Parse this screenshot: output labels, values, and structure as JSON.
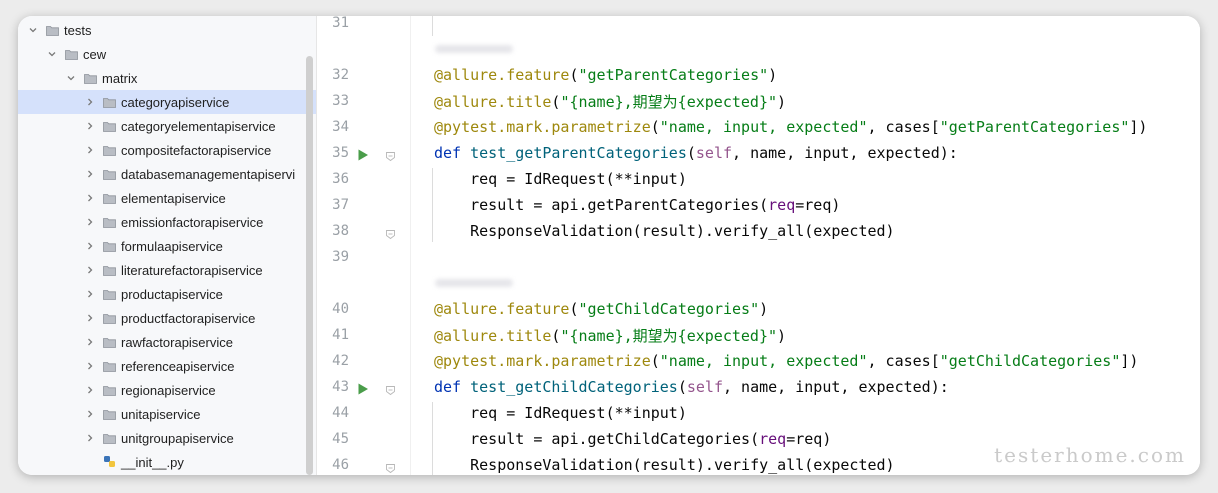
{
  "tree": {
    "items": [
      {
        "label": "tests",
        "level": 0,
        "expanded": true,
        "kind": "folder"
      },
      {
        "label": "cew",
        "level": 1,
        "expanded": true,
        "kind": "folder"
      },
      {
        "label": "matrix",
        "level": 2,
        "expanded": true,
        "kind": "folder"
      },
      {
        "label": "categoryapiservice",
        "level": 3,
        "expanded": false,
        "kind": "folder",
        "selected": true
      },
      {
        "label": "categoryelementapiservice",
        "level": 3,
        "expanded": false,
        "kind": "folder"
      },
      {
        "label": "compositefactorapiservice",
        "level": 3,
        "expanded": false,
        "kind": "folder"
      },
      {
        "label": "databasemanagementapiservi",
        "level": 3,
        "expanded": false,
        "kind": "folder"
      },
      {
        "label": "elementapiservice",
        "level": 3,
        "expanded": false,
        "kind": "folder"
      },
      {
        "label": "emissionfactorapiservice",
        "level": 3,
        "expanded": false,
        "kind": "folder"
      },
      {
        "label": "formulaapiservice",
        "level": 3,
        "expanded": false,
        "kind": "folder"
      },
      {
        "label": "literaturefactorapiservice",
        "level": 3,
        "expanded": false,
        "kind": "folder"
      },
      {
        "label": "productapiservice",
        "level": 3,
        "expanded": false,
        "kind": "folder"
      },
      {
        "label": "productfactorapiservice",
        "level": 3,
        "expanded": false,
        "kind": "folder"
      },
      {
        "label": "rawfactorapiservice",
        "level": 3,
        "expanded": false,
        "kind": "folder"
      },
      {
        "label": "referenceapiservice",
        "level": 3,
        "expanded": false,
        "kind": "folder"
      },
      {
        "label": "regionapiservice",
        "level": 3,
        "expanded": false,
        "kind": "folder"
      },
      {
        "label": "unitapiservice",
        "level": 3,
        "expanded": false,
        "kind": "folder"
      },
      {
        "label": "unitgroupapiservice",
        "level": 3,
        "expanded": false,
        "kind": "folder"
      },
      {
        "label": "__init__.py",
        "level": 3,
        "expanded": false,
        "kind": "file"
      }
    ]
  },
  "editor": {
    "lines": [
      {
        "num": "31",
        "run": false,
        "fold": false,
        "tokens": []
      },
      {
        "num": "",
        "run": false,
        "fold": false,
        "blur": true,
        "tokens": []
      },
      {
        "num": "32",
        "run": false,
        "fold": false,
        "tokens": [
          [
            "deco",
            "@allure.feature"
          ],
          [
            "p",
            "("
          ],
          [
            "str",
            "\"getParentCategories\""
          ],
          [
            "p",
            ")"
          ]
        ]
      },
      {
        "num": "33",
        "run": false,
        "fold": false,
        "tokens": [
          [
            "deco",
            "@allure.title"
          ],
          [
            "p",
            "("
          ],
          [
            "str",
            "\"{name},期望为{expected}\""
          ],
          [
            "p",
            ")"
          ]
        ]
      },
      {
        "num": "34",
        "run": false,
        "fold": false,
        "tokens": [
          [
            "deco",
            "@pytest.mark.parametrize"
          ],
          [
            "p",
            "("
          ],
          [
            "str",
            "\"name, input, expected\""
          ],
          [
            "p",
            ", cases["
          ],
          [
            "str",
            "\"getParentCategories\""
          ],
          [
            "p",
            "])"
          ]
        ]
      },
      {
        "num": "35",
        "run": true,
        "fold": true,
        "tokens": [
          [
            "kw",
            "def "
          ],
          [
            "fn",
            "test_getParentCategories"
          ],
          [
            "p",
            "("
          ],
          [
            "self",
            "self"
          ],
          [
            "p",
            ", name, input, expected):"
          ]
        ]
      },
      {
        "num": "36",
        "run": false,
        "fold": false,
        "tokens": [
          [
            "p",
            "    req = IdRequest(**input)"
          ]
        ]
      },
      {
        "num": "37",
        "run": false,
        "fold": false,
        "tokens": [
          [
            "p",
            "    result = api.getParentCategories("
          ],
          [
            "param",
            "req"
          ],
          [
            "p",
            "=req)"
          ]
        ]
      },
      {
        "num": "38",
        "run": false,
        "fold": true,
        "tokens": [
          [
            "p",
            "    ResponseValidation(result).verify_all(expected)"
          ]
        ]
      },
      {
        "num": "39",
        "run": false,
        "fold": false,
        "tokens": []
      },
      {
        "num": "",
        "run": false,
        "fold": false,
        "blur": true,
        "tokens": []
      },
      {
        "num": "40",
        "run": false,
        "fold": false,
        "tokens": [
          [
            "deco",
            "@allure.feature"
          ],
          [
            "p",
            "("
          ],
          [
            "str",
            "\"getChildCategories\""
          ],
          [
            "p",
            ")"
          ]
        ]
      },
      {
        "num": "41",
        "run": false,
        "fold": false,
        "tokens": [
          [
            "deco",
            "@allure.title"
          ],
          [
            "p",
            "("
          ],
          [
            "str",
            "\"{name},期望为{expected}\""
          ],
          [
            "p",
            ")"
          ]
        ]
      },
      {
        "num": "42",
        "run": false,
        "fold": false,
        "tokens": [
          [
            "deco",
            "@pytest.mark.parametrize"
          ],
          [
            "p",
            "("
          ],
          [
            "str",
            "\"name, input, expected\""
          ],
          [
            "p",
            ", cases["
          ],
          [
            "str",
            "\"getChildCategories\""
          ],
          [
            "p",
            "])"
          ]
        ]
      },
      {
        "num": "43",
        "run": true,
        "fold": true,
        "tokens": [
          [
            "kw",
            "def "
          ],
          [
            "fn",
            "test_getChildCategories"
          ],
          [
            "p",
            "("
          ],
          [
            "self",
            "self"
          ],
          [
            "p",
            ", name, input, expected):"
          ]
        ]
      },
      {
        "num": "44",
        "run": false,
        "fold": false,
        "tokens": [
          [
            "p",
            "    req = IdRequest(**input)"
          ]
        ]
      },
      {
        "num": "45",
        "run": false,
        "fold": false,
        "tokens": [
          [
            "p",
            "    result = api.getChildCategories("
          ],
          [
            "param",
            "req"
          ],
          [
            "p",
            "=req)"
          ]
        ]
      },
      {
        "num": "46",
        "run": false,
        "fold": true,
        "tokens": [
          [
            "p",
            "    ResponseValidation(result).verify_all(expected)"
          ]
        ]
      }
    ]
  },
  "watermark": "testerhome.com",
  "colors": {
    "selection": "#d5e1fb",
    "decorator": "#9e880d",
    "string": "#067d17",
    "keyword": "#0033b3",
    "function": "#00627a",
    "run_icon": "#4a9d4a"
  }
}
